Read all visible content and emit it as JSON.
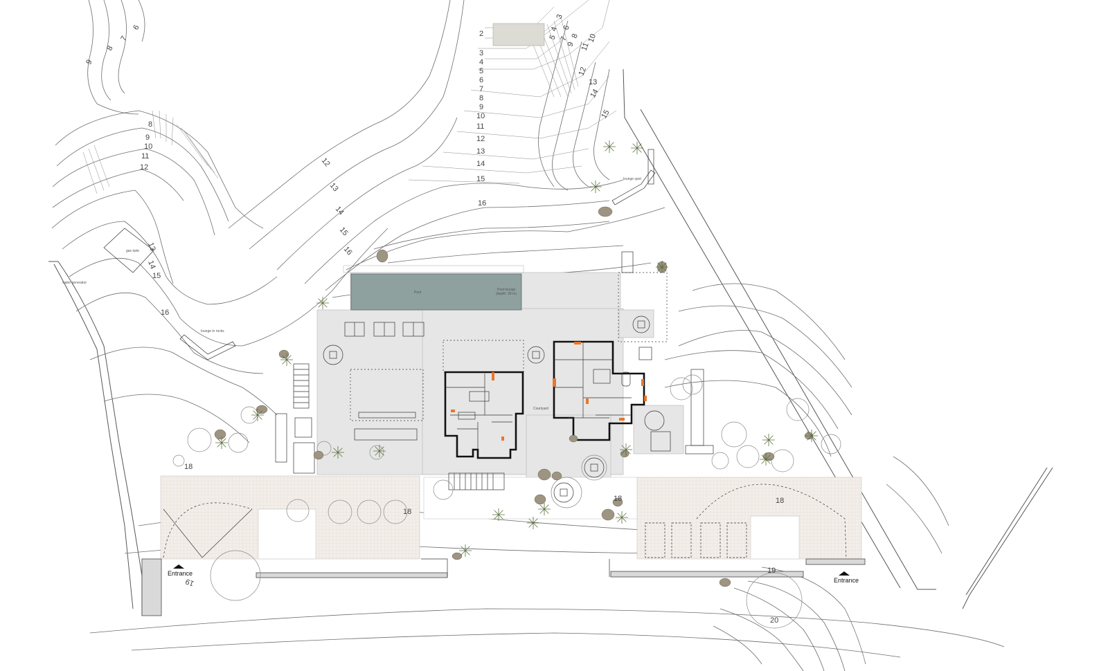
{
  "labels": {
    "entrance_left": "Entrance",
    "entrance_right": "Entrance",
    "pool": "Pool",
    "pool_lounge": "Pool lounge",
    "pool_depth": "(depth: 30-m)",
    "courtyard": "Courtyard",
    "lounge_spot": "lounge spot",
    "lounge_in_rocks": "lounge in rocks",
    "water_generator": "water generator",
    "gas_tank": "gas tank"
  },
  "elevations": {
    "top_a": [
      "6",
      "7",
      "8",
      "9"
    ],
    "top_center": [
      "2",
      "3",
      "4",
      "5",
      "6",
      "7",
      "8",
      "9",
      "10",
      "11",
      "12",
      "13",
      "14",
      "15",
      "16"
    ],
    "top_right": [
      "3",
      "4",
      "5",
      "6",
      "7",
      "8",
      "9",
      "10",
      "11",
      "12",
      "13",
      "14",
      "15"
    ],
    "left_cluster": [
      "8",
      "9",
      "10",
      "11",
      "12"
    ],
    "ridge": [
      "12",
      "13",
      "14",
      "15",
      "16"
    ],
    "gas": [
      "13",
      "14",
      "15"
    ],
    "mid_16": "16",
    "bottom": [
      "18",
      "18",
      "18",
      "18",
      "19",
      "19",
      "20"
    ]
  },
  "colors": {
    "pool": "#8fa19e",
    "accent": "#e8772e",
    "terrace": "#e6e6e6",
    "rock": "#9d9482"
  }
}
